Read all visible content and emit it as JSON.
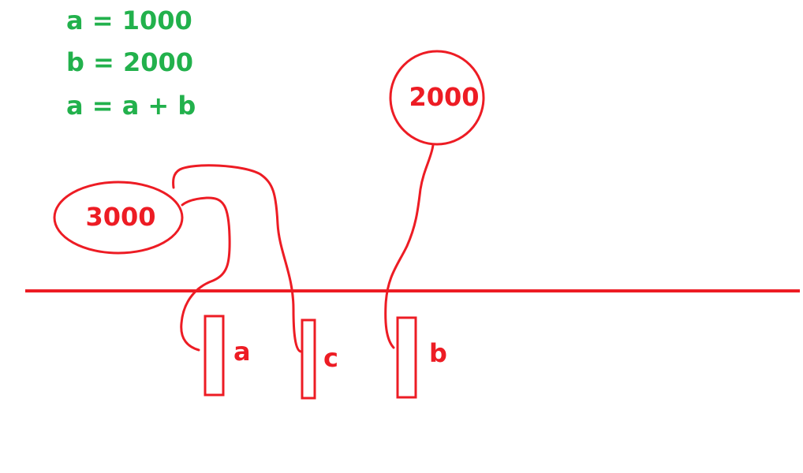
{
  "code": {
    "line1": "a = 1000",
    "line2": "b = 2000",
    "line3": "a = a + b"
  },
  "values": {
    "bubble_3000": "3000",
    "bubble_2000": "2000"
  },
  "variables": {
    "a": "a",
    "c": "c",
    "b": "b"
  },
  "colors": {
    "code_text": "#22b14c",
    "drawing": "#ed1c24",
    "background": "#ffffff"
  }
}
